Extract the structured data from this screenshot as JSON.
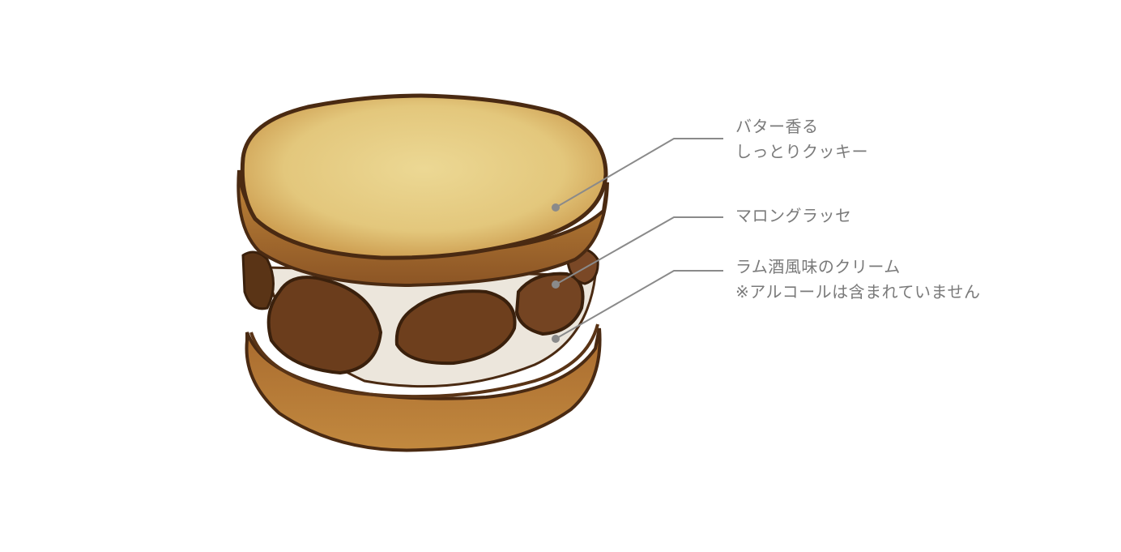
{
  "callouts": {
    "cookie": {
      "line1": "バター香る",
      "line2": "しっとりクッキー"
    },
    "marron": {
      "line1": "マロングラッセ"
    },
    "cream": {
      "line1": "ラム酒風味のクリーム",
      "line2": "※アルコールは含まれていません"
    }
  },
  "colors": {
    "label_text": "#7a7a7a",
    "leader_line": "#8a8a8a",
    "cookie_top": "#e6cf85",
    "cookie_edge": "#c8963e",
    "cookie_outline": "#4a2a12",
    "marron": "#6b3d1c",
    "cream": "#ece6dc"
  }
}
